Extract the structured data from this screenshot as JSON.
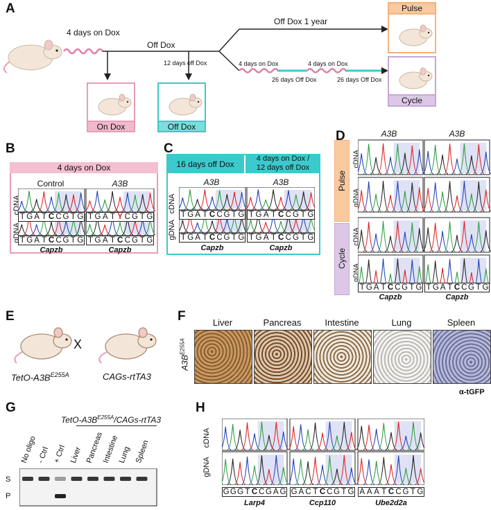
{
  "labels": {
    "A": "A",
    "B": "B",
    "C": "C",
    "D": "D",
    "E": "E",
    "F": "F",
    "G": "G",
    "H": "H"
  },
  "panelA": {
    "on_dox_4days": "4 days on Dox",
    "off_dox": "Off Dox",
    "off_dox_1year": "Off Dox 1 year",
    "twelve_days_off": "12 days off Dox",
    "four_days_on_1": "4 days on Dox",
    "four_days_on_2": "4 days on Dox",
    "twentysix_off_1": "26 days Off Dox",
    "twentysix_off_2": "26 days Off Dox",
    "box_on_dox": "On Dox",
    "box_off_dox": "Off Dox",
    "box_pulse": "Pulse",
    "box_cycle": "Cycle",
    "colors": {
      "pink": "#e89cb6",
      "cyan": "#3cc9cc",
      "orange": "#f5b27a",
      "purple": "#c5a8d6"
    }
  },
  "panelB": {
    "header": "4 days on Dox",
    "col1": "Control",
    "col2": "A3B",
    "row1": "cDNA",
    "row2": "gDNA",
    "seq_ctrl_c": [
      "T",
      "G",
      "A",
      "T",
      "C",
      "C",
      "G",
      "T",
      "G"
    ],
    "seq_a3b_c": [
      "T",
      "G",
      "A",
      "T",
      "Y",
      "C",
      "G",
      "T",
      "G"
    ],
    "seq_ctrl_g": [
      "T",
      "G",
      "A",
      "T",
      "C",
      "C",
      "G",
      "T",
      "G"
    ],
    "seq_a3b_g": [
      "T",
      "G",
      "A",
      "T",
      "C",
      "C",
      "G",
      "T",
      "G"
    ],
    "gene1": "Capzb",
    "gene2": "Capzb"
  },
  "panelC": {
    "header1": "16 days off Dox",
    "header2a": "4 days on Dox /",
    "header2b": "12 days off Dox",
    "col1": "A3B",
    "col2": "A3B",
    "row1": "cDNA",
    "row2": "gDNA",
    "seq": [
      "T",
      "G",
      "A",
      "T",
      "C",
      "C",
      "G",
      "T",
      "G"
    ],
    "gene1": "Capzb",
    "gene2": "Capzb"
  },
  "panelD": {
    "col1": "A3B",
    "col2": "A3B",
    "group1": "Pulse",
    "group2": "Cycle",
    "row_c": "cDNA",
    "row_g": "gDNA",
    "seq": [
      "T",
      "G",
      "A",
      "T",
      "C",
      "C",
      "G",
      "T",
      "G"
    ],
    "gene1": "Capzb",
    "gene2": "Capzb"
  },
  "panelE": {
    "mouse1": "TetO-A3B",
    "mouse1_sup": "E255A",
    "cross": "X",
    "mouse2": "CAGs-rtTA3"
  },
  "panelF": {
    "rowlabel": "A3B",
    "rowlabel_sup": "E255A",
    "tissues": [
      "Liver",
      "Pancreas",
      "Intestine",
      "Lung",
      "Spleen"
    ],
    "antibody": "α-tGFP"
  },
  "panelG": {
    "header": "TetO-A3B",
    "header_sup": "E255A",
    "header_rest": "/CAGs-rtTA3",
    "lanes": [
      "No oligo",
      "- Ctrl",
      "+ Ctrl",
      "Liver",
      "Pancreas",
      "Intestine",
      "Lung",
      "Spleen"
    ],
    "band_s": "S",
    "band_p": "P"
  },
  "panelH": {
    "row1": "cDNA",
    "row2": "gDNA",
    "seq1": [
      "G",
      "G",
      "G",
      "T",
      "C",
      "C",
      "G",
      "A",
      "G"
    ],
    "seq2": [
      "G",
      "A",
      "C",
      "T",
      "C",
      "C",
      "G",
      "T",
      "G"
    ],
    "seq3": [
      "A",
      "A",
      "A",
      "T",
      "C",
      "C",
      "G",
      "T",
      "G"
    ],
    "gene1": "Larp4",
    "gene2": "Ccp110",
    "gene3": "Ube2d2a"
  }
}
